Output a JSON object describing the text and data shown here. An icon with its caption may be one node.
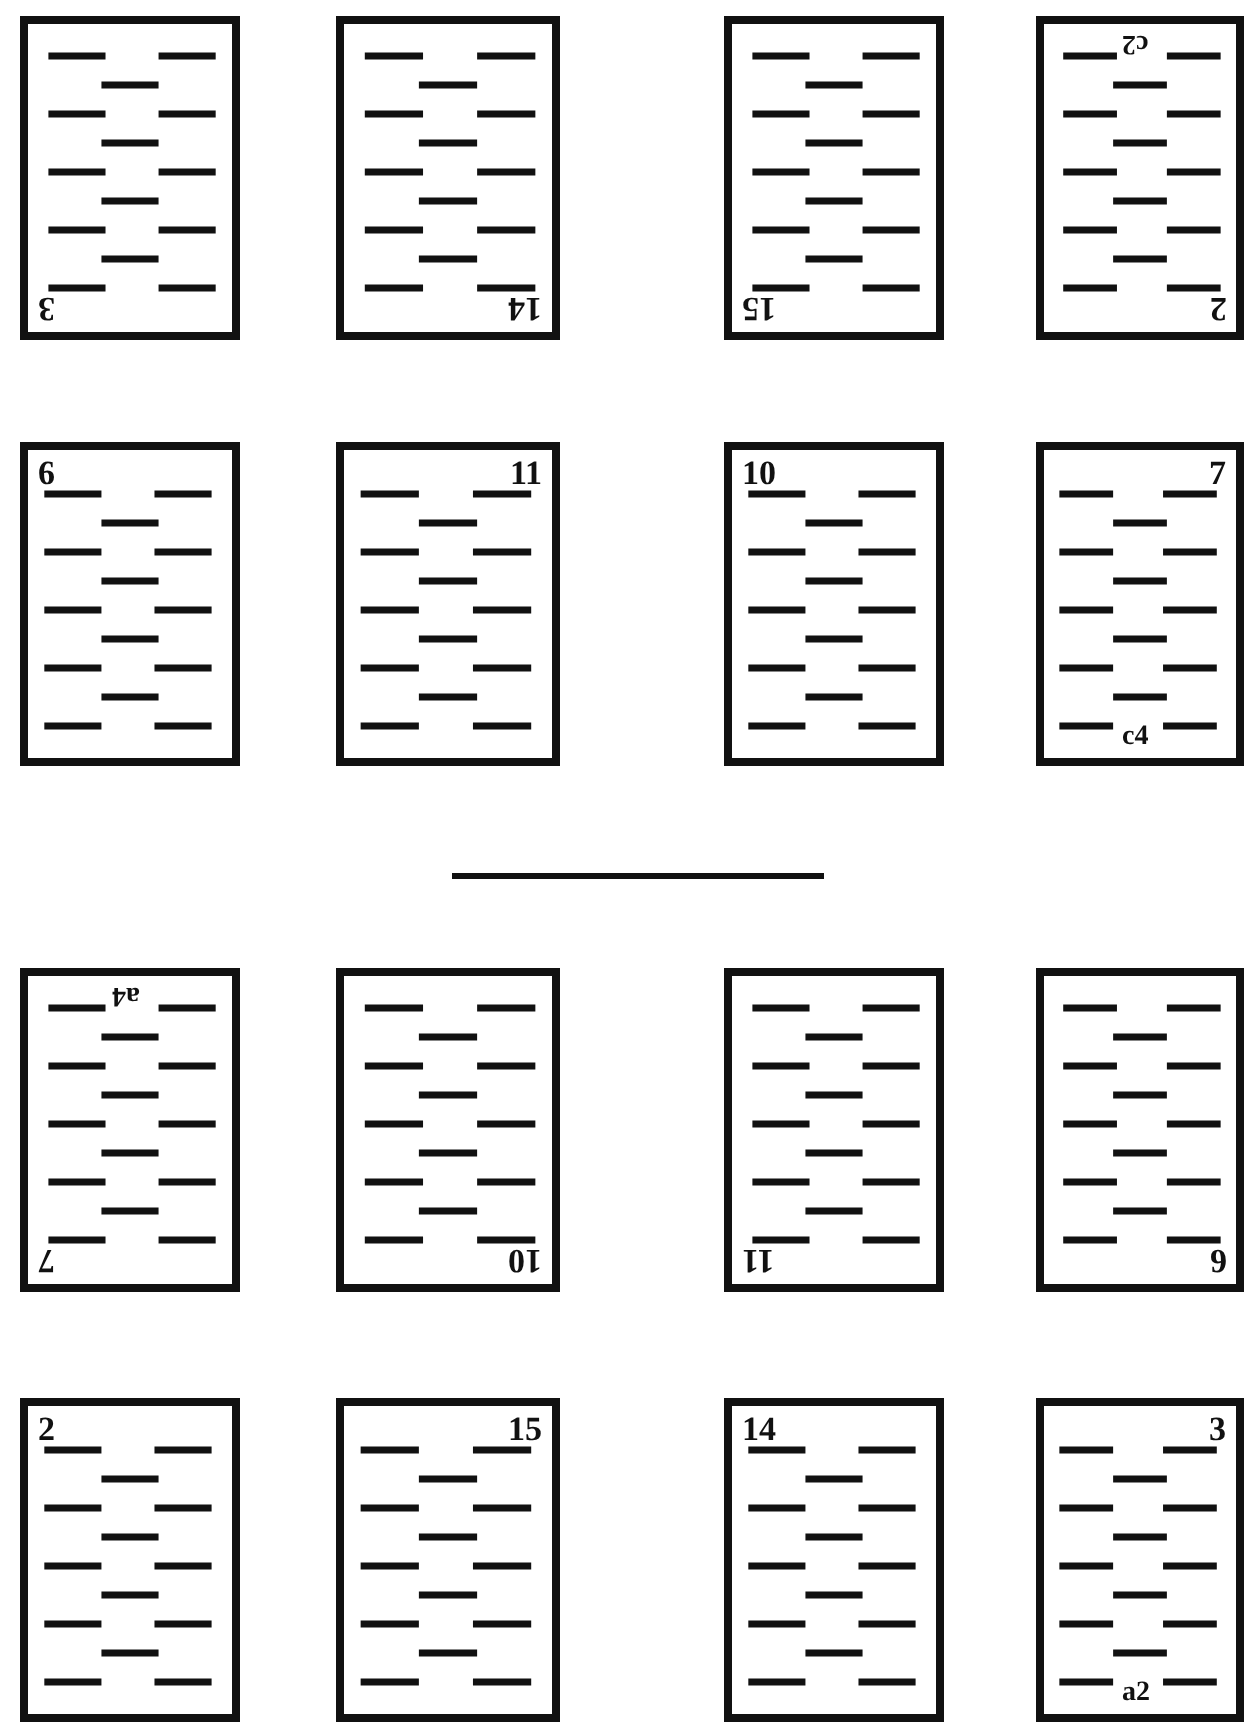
{
  "diagram": {
    "nodes": [
      {
        "text": [
          "3"
        ]
      },
      {
        "text": [
          "14"
        ]
      },
      {
        "text": [
          "15"
        ]
      },
      {
        "text": [
          "2",
          "c2"
        ]
      },
      {
        "text": [
          "6"
        ]
      },
      {
        "text": [
          "11"
        ]
      },
      {
        "text": [
          "10"
        ]
      },
      {
        "text": [
          "7",
          "c4"
        ]
      },
      {
        "text": [
          "7",
          "a4"
        ]
      },
      {
        "text": [
          "10"
        ]
      },
      {
        "text": [
          "11"
        ]
      },
      {
        "text": [
          "6"
        ]
      },
      {
        "text": [
          "2"
        ]
      },
      {
        "text": [
          "15"
        ]
      },
      {
        "text": [
          "14"
        ]
      },
      {
        "text": [
          "3",
          "a2"
        ]
      }
    ]
  }
}
